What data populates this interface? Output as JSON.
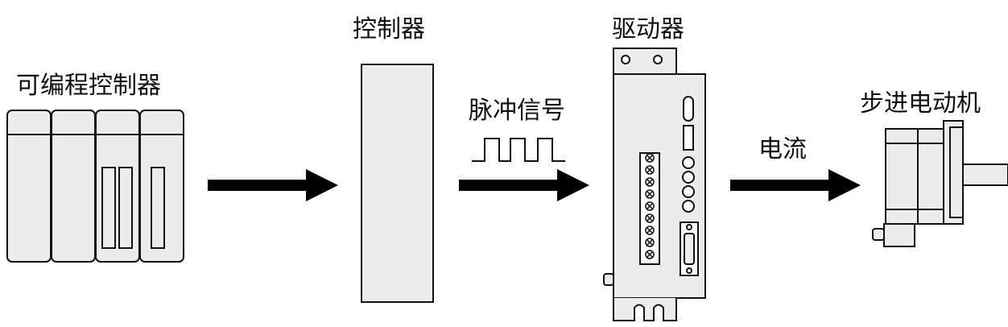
{
  "labels": {
    "plc": "可编程控制器",
    "controller": "控制器",
    "driver": "驱动器",
    "pulse": "脉冲信号",
    "current": "电流",
    "motor": "步进电动机"
  },
  "colors": {
    "panel": "#ececec",
    "stroke": "#111111",
    "arrow": "#000000"
  },
  "icons": [
    "plc-module-icon",
    "controller-box-icon",
    "driver-box-icon",
    "stepper-motor-icon",
    "pulse-waveform-icon",
    "arrow-icon"
  ]
}
